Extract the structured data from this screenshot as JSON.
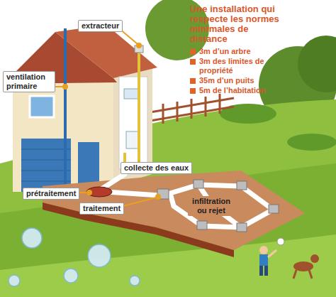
{
  "diagram": {
    "title": "Une installation qui respecte les normes minimales de distance",
    "labels": [
      "extracteur",
      "ventilation primaire",
      "collecte des eaux",
      "prétraitement",
      "traitement",
      "infiltration ou rejet"
    ],
    "legend": [
      {
        "text": "3m d’un arbre",
        "color": "#e0642a"
      },
      {
        "text": "3m des limites de propriété",
        "color": "#e0642a"
      },
      {
        "text": "35m d’un puits",
        "color": "#e0642a"
      },
      {
        "text": "5m de l’habitation",
        "color": "#e0642a"
      }
    ]
  }
}
